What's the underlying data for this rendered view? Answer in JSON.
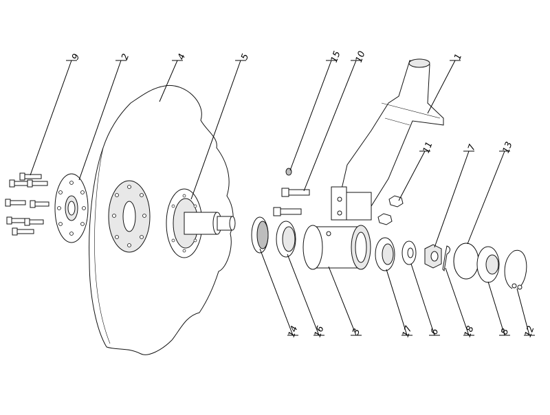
{
  "diagram": {
    "part_numbers": [
      "9",
      "2",
      "4",
      "5",
      "15",
      "10",
      "1",
      "11",
      "7",
      "13",
      "14",
      "16",
      "3",
      "17",
      "6",
      "18",
      "8",
      "12"
    ]
  }
}
